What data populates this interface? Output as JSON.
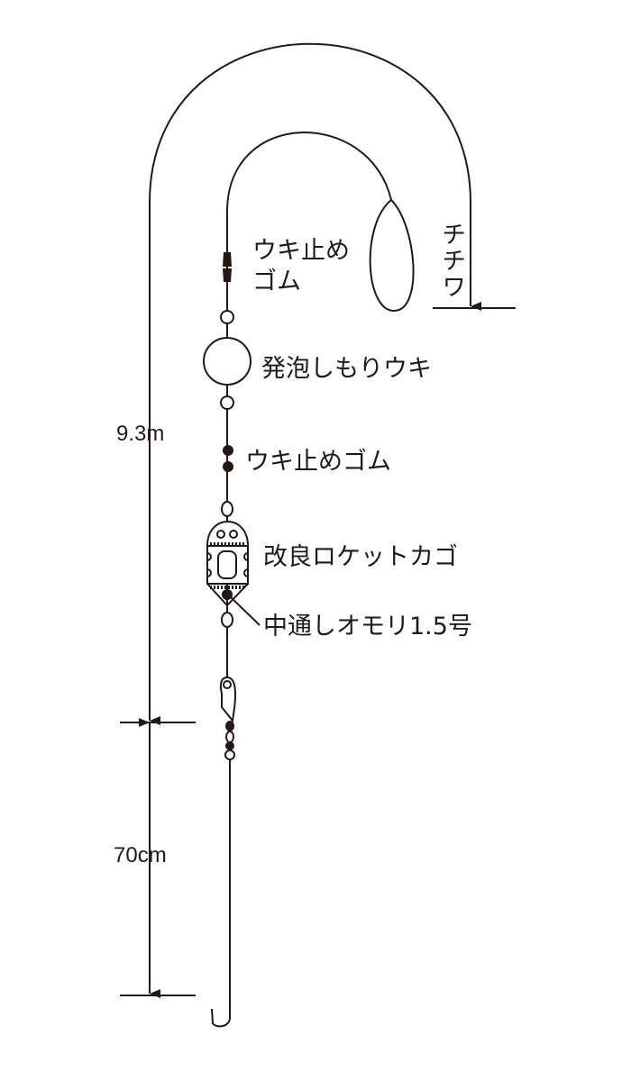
{
  "labels": {
    "stopper_top": [
      "ウキ止め",
      "ゴム"
    ],
    "float": "発泡しもりウキ",
    "stopper_mid": "ウキ止めゴム",
    "basket": "改良ロケットカゴ",
    "sinker": "中通しオモリ1.5号",
    "chichiwa": "チチワ",
    "total_length": "9.3m",
    "leader_length": "70cm"
  },
  "colors": {
    "line": "#231815",
    "background": "#ffffff"
  }
}
